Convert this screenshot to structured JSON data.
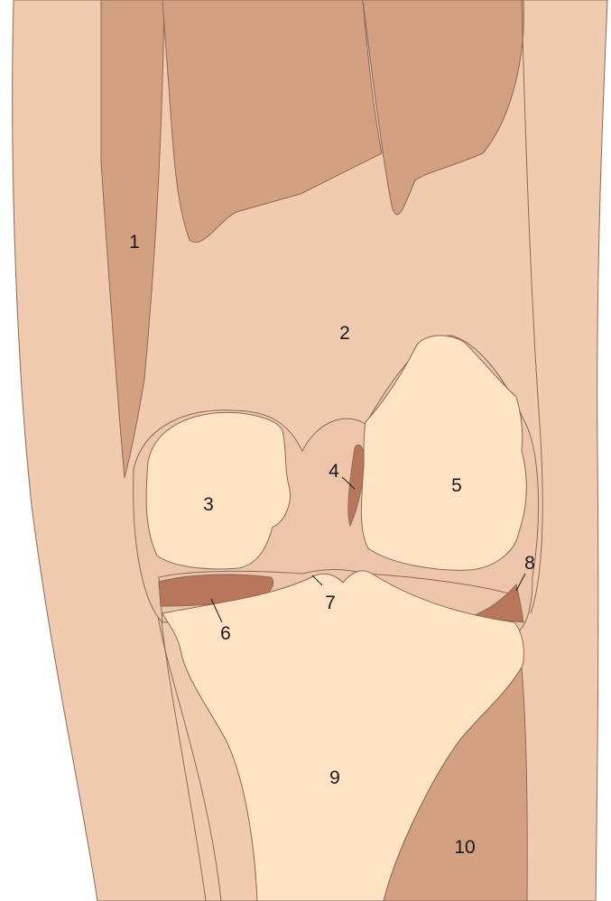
{
  "colors": {
    "skin": "#f1cbb0",
    "muscle": "#d3a081",
    "bone": "#fde3c3",
    "ligament": "#b8775a",
    "soft_tissue": "#ecc5ab",
    "outline": "#8a6a55"
  },
  "labels": {
    "l1": "1",
    "l2": "2",
    "l3": "3",
    "l4": "4",
    "l5": "5",
    "l6": "6",
    "l7": "7",
    "l8": "8",
    "l9": "9",
    "l10": "10"
  }
}
